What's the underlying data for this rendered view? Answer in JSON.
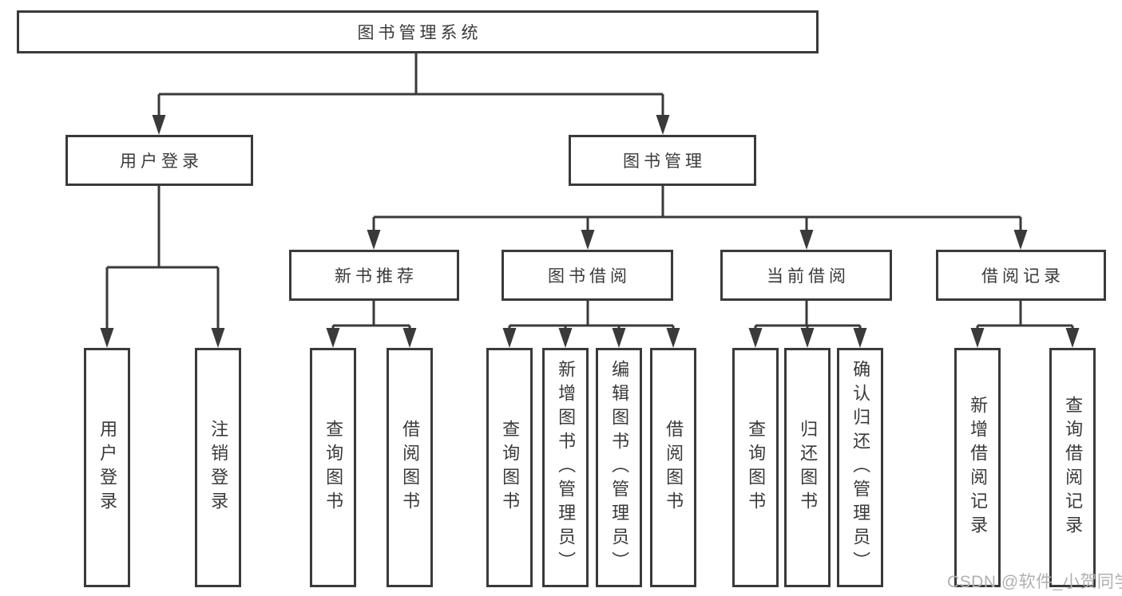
{
  "diagram": {
    "root": "图书管理系统",
    "level2": {
      "user_login": "用户登录",
      "book_mgmt": "图书管理"
    },
    "level3": {
      "new_books": "新书推荐",
      "book_borrow": "图书借阅",
      "current_borrow": "当前借阅",
      "borrow_records": "借阅记录"
    },
    "leaves": {
      "user_login": [
        "用户登录",
        "注销登录"
      ],
      "new_books": [
        "查询图书",
        "借阅图书"
      ],
      "book_borrow": [
        "查询图书",
        "新增图书（管理员）",
        "编辑图书（管理员）",
        "借阅图书"
      ],
      "current_borrow": [
        "查询图书",
        "归还图书",
        "确认归还（管理员）"
      ],
      "borrow_records": [
        "新增借阅记录",
        "查询借阅记录"
      ]
    }
  },
  "watermark": {
    "text": "CSDN @软件_小贺同学"
  },
  "colors": {
    "line": "#3a3a3a",
    "text": "#3a3a3a",
    "watermark": "#b0b0b0",
    "background": "#ffffff"
  }
}
